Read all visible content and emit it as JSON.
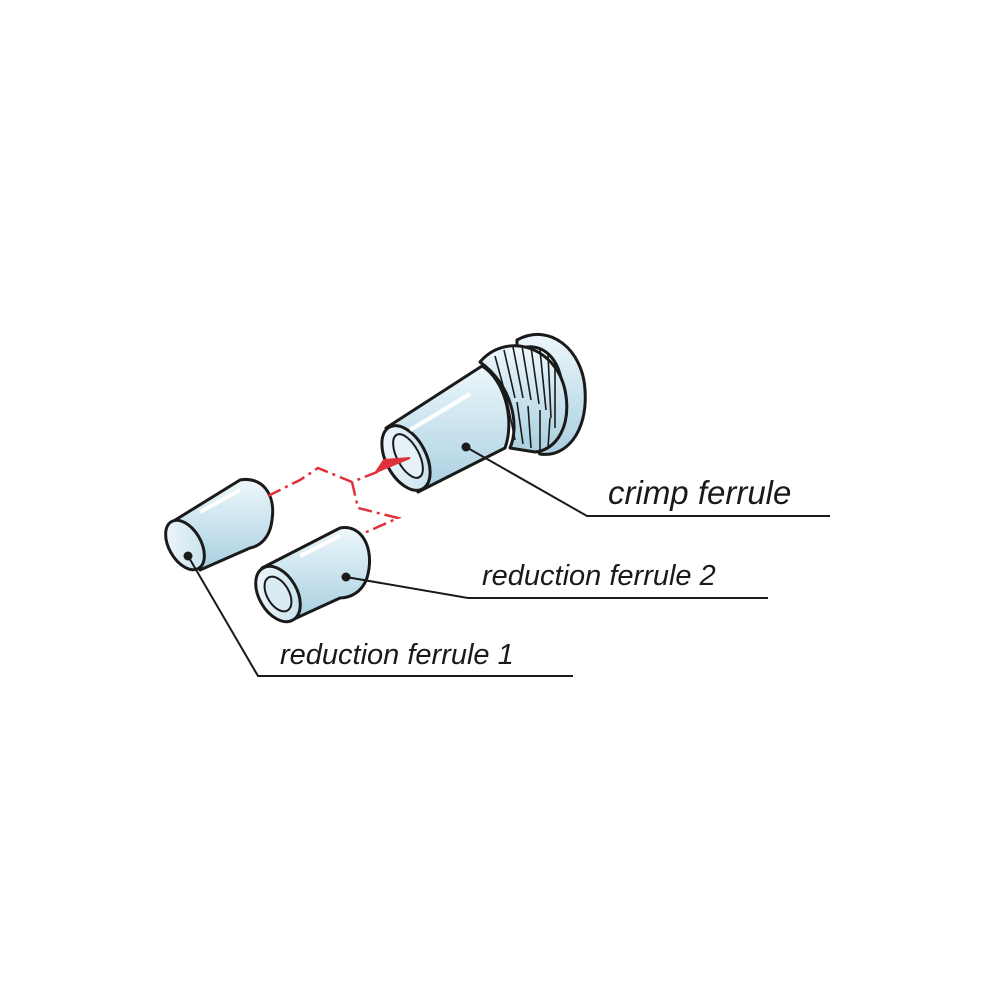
{
  "labels": {
    "crimp_ferrule": "crimp ferrule",
    "reduction_ferrule_2": "reduction ferrule 2",
    "reduction_ferrule_1": "reduction ferrule 1"
  },
  "colors": {
    "background": "#ffffff",
    "part_fill": "#d4e9f2",
    "part_shade": "#a9cfe0",
    "outline": "#1a1a1a",
    "assembly_path": "#e0303a"
  }
}
